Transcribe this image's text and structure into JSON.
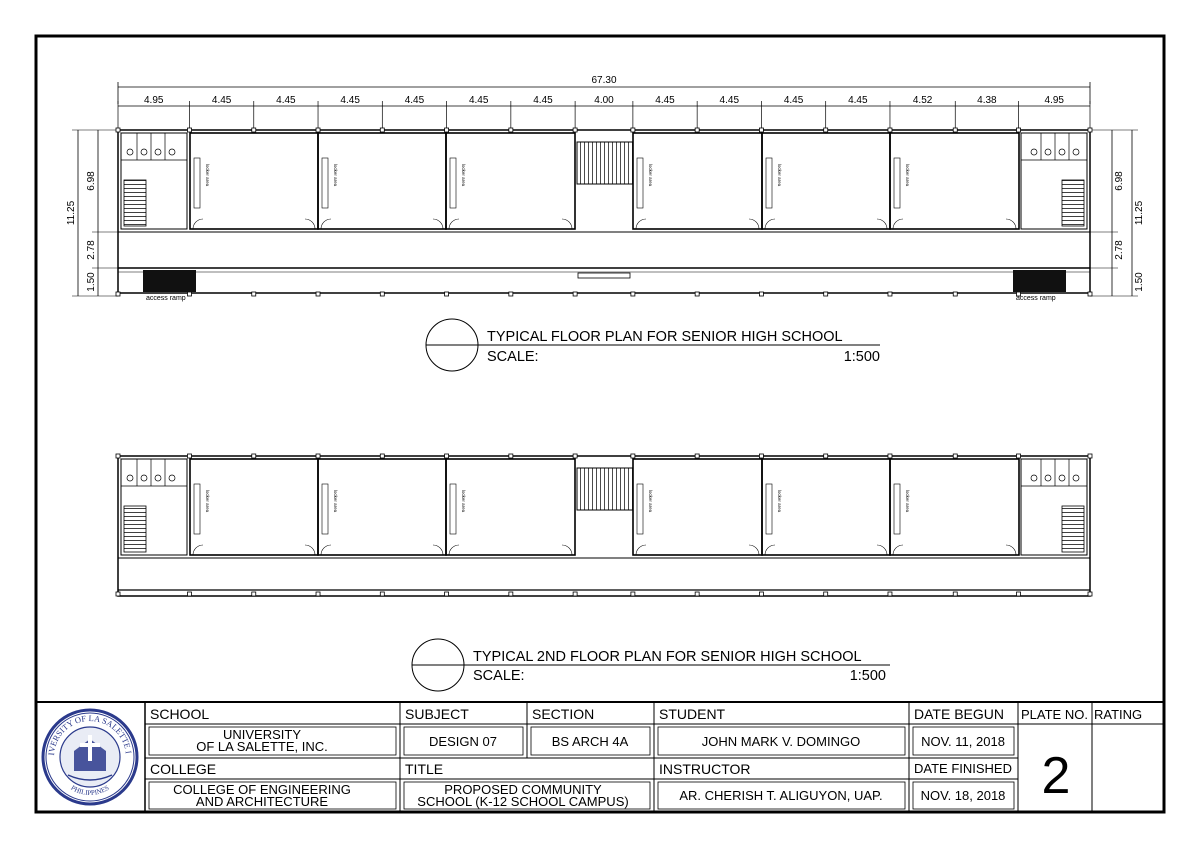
{
  "plan1": {
    "overall_dim": "67.30",
    "bay_dims": [
      "4.95",
      "4.45",
      "4.45",
      "4.45",
      "4.45",
      "4.45",
      "4.45",
      "4.00",
      "4.45",
      "4.45",
      "4.45",
      "4.45",
      "4.52",
      "4.38",
      "4.95"
    ],
    "left_dims": {
      "total": "11.25",
      "a": "6.98",
      "b": "2.78",
      "c": "1.50"
    },
    "right_dims": {
      "total": "11.25",
      "a": "6.98",
      "b": "2.78",
      "c": "1.50"
    },
    "ramp_label": "access ramp",
    "room_label": "locker area",
    "title": "TYPICAL FLOOR PLAN FOR SENIOR HIGH SCHOOL",
    "scale_label": "SCALE:",
    "scale_value": "1:500"
  },
  "plan2": {
    "room_label": "locker area",
    "title": "TYPICAL 2ND FLOOR PLAN FOR SENIOR HIGH SCHOOL",
    "scale_label": "SCALE:",
    "scale_value": "1:500"
  },
  "title_block": {
    "school_label": "SCHOOL",
    "school_value_1": "UNIVERSITY",
    "school_value_2": "OF LA SALETTE, INC.",
    "subject_label": "SUBJECT",
    "subject_value": "DESIGN 07",
    "section_label": "SECTION",
    "section_value": "BS ARCH 4A",
    "student_label": "STUDENT",
    "student_value": "JOHN MARK V. DOMINGO",
    "date_begun_label": "DATE BEGUN",
    "date_begun_value": "NOV. 11, 2018",
    "plate_no_label": "PLATE NO.",
    "plate_no_value": "2",
    "rating_label": "RATING",
    "college_label": "COLLEGE",
    "college_value_1": "COLLEGE OF ENGINEERING",
    "college_value_2": "AND ARCHITECTURE",
    "title_label": "TITLE",
    "title_value_1": "PROPOSED COMMUNITY",
    "title_value_2": "SCHOOL (K-12 SCHOOL CAMPUS)",
    "instructor_label": "INSTRUCTOR",
    "instructor_value": "AR. CHERISH T. ALIGUYON, UAP.",
    "date_finished_label": "DATE FINISHED",
    "date_finished_value": "NOV. 18, 2018",
    "seal_text_top": "UNIVERSITY OF LA SALETTE INC.",
    "seal_text_bottom": "PHILIPPINES"
  }
}
